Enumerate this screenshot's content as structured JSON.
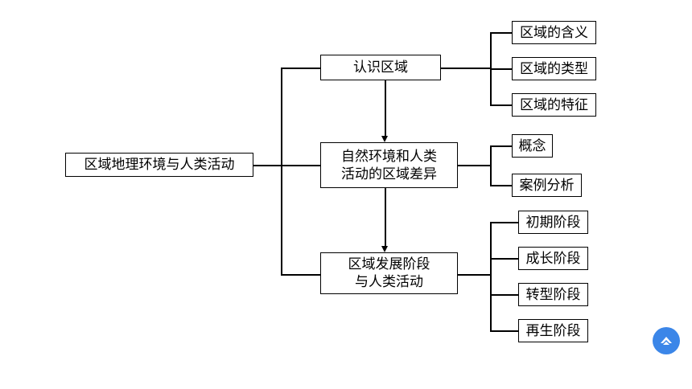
{
  "root": "区域地理环境与人类活动",
  "level1": [
    {
      "label": "认识区域",
      "lines": [
        "认识区域"
      ]
    },
    {
      "label": "自然环境和人类活动的区域差异",
      "lines": [
        "自然环境和人类",
        "活动的区域差异"
      ]
    },
    {
      "label": "区域发展阶段与人类活动",
      "lines": [
        "区域发展阶段",
        "与人类活动"
      ]
    }
  ],
  "branch1": [
    "区域的含义",
    "区域的类型",
    "区域的特征"
  ],
  "branch2": [
    "概念",
    "案例分析"
  ],
  "branch3": [
    "初期阶段",
    "成长阶段",
    "转型阶段",
    "再生阶段"
  ],
  "scroll_top_icon": "chevron-up-icon"
}
